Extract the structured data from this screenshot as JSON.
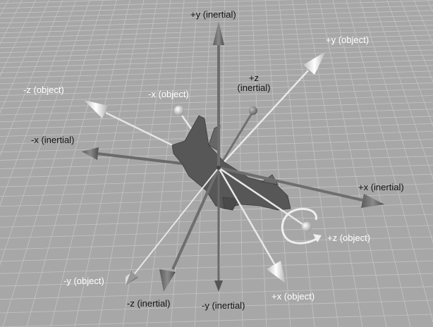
{
  "colors": {
    "background": "#a7a7a7",
    "grid": "#c2c2c2",
    "inertial_axis": "#6a6a6a",
    "object_axis": "#e6e6e6",
    "aircraft": "#5a5a5a",
    "inertial_label": "#141414",
    "object_label": "#ffffff"
  },
  "labels": {
    "pos_y_inertial": "+y (inertial)",
    "neg_y_inertial": "-y (inertial)",
    "pos_x_inertial": "+x (inertial)",
    "neg_x_inertial": "-x (inertial)",
    "pos_z_inertial": "+z\n(inertial)",
    "neg_z_inertial": "-z (inertial)",
    "pos_y_object": "+y (object)",
    "neg_y_object": "-y (object)",
    "pos_x_object": "+x (object)",
    "neg_x_object": "-x (object)",
    "pos_z_object": "+z (object)",
    "neg_z_object": "-z (object)"
  }
}
